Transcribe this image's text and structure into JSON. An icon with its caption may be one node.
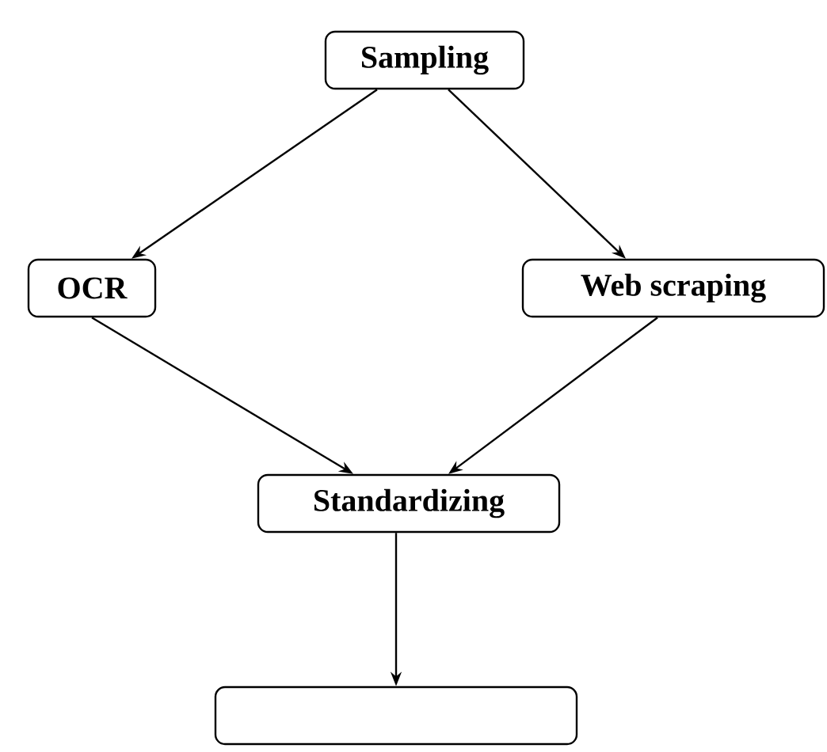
{
  "diagram": {
    "nodes": [
      {
        "text": [
          "Sampling"
        ]
      },
      {
        "text": [
          "OCR"
        ]
      },
      {
        "text": [
          "Web scraping"
        ]
      },
      {
        "text": [
          "Standardizing"
        ]
      },
      {
        "text": [],
        "shape": "box"
      }
    ],
    "edges": [
      {
        "from": 0,
        "to": 1,
        "arrow": "to"
      },
      {
        "from": 0,
        "to": 2,
        "arrow": "to"
      },
      {
        "from": 1,
        "to": 3,
        "arrow": "to"
      },
      {
        "from": 2,
        "to": 3,
        "arrow": "to"
      },
      {
        "from": 3,
        "to": 4,
        "arrow": "to"
      }
    ]
  }
}
